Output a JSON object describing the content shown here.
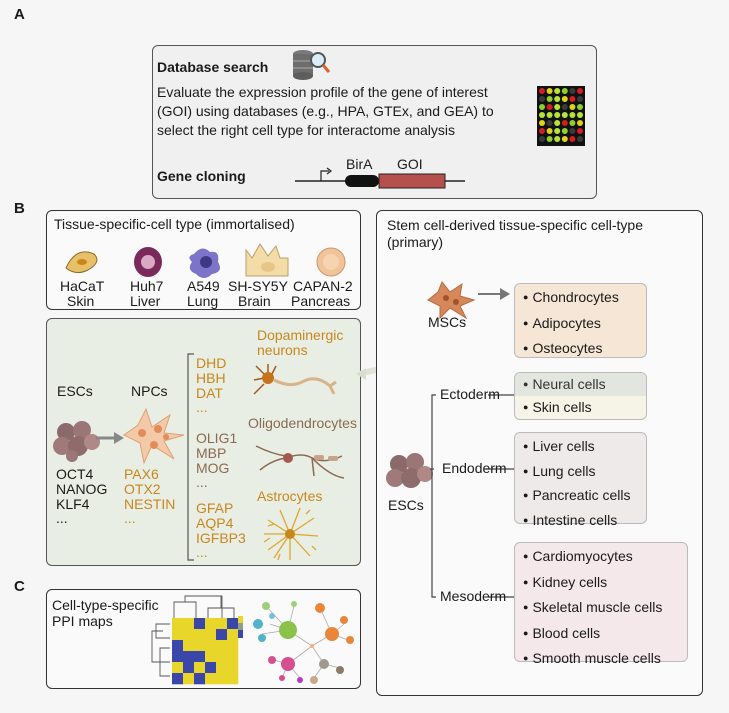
{
  "panelA": {
    "letter": "A",
    "db_title": "Database search",
    "db_text": [
      "Evaluate the expression profile of the gene of interest",
      "(GOI) using databases (e.g., HPA, GTEx, and GEA) to",
      "select the right cell type for interactome analysis"
    ],
    "cloning_title": "Gene cloning",
    "birA": "BirA",
    "goi": "GOI",
    "icons": [
      "database-search-icon",
      "heatmap-grid-icon"
    ]
  },
  "panelB": {
    "letter": "B",
    "immortal_title": "Tissue-specific-cell type (immortalised)",
    "cell_lines": [
      {
        "name": "HaCaT",
        "tissue": "Skin"
      },
      {
        "name": "Huh7",
        "tissue": "Liver"
      },
      {
        "name": "A549",
        "tissue": "Lung"
      },
      {
        "name": "SH-SY5Y",
        "tissue": "Brain"
      },
      {
        "name": "CAPAN-2",
        "tissue": "Pancreas"
      }
    ],
    "esc_label": "ESCs",
    "npc_label": "NPCs",
    "esc_markers": [
      "OCT4",
      "NANOG",
      "KLF4",
      "..."
    ],
    "npc_markers": [
      "PAX6",
      "OTX2",
      "NESTIN",
      "..."
    ],
    "dopa_markers": [
      "DHD",
      "HBH",
      "DAT",
      "..."
    ],
    "oligo_markers": [
      "OLIG1",
      "MBP",
      "MOG",
      "..."
    ],
    "astro_markers": [
      "GFAP",
      "AQP4",
      "IGFBP3",
      "..."
    ],
    "dopa_title": [
      "Dopaminergic",
      "neurons"
    ],
    "oligo_title": "Oligodendrocytes",
    "astro_title": "Astrocytes",
    "stem_title": [
      "Stem cell-derived tissue-specific cell-type",
      "(primary)"
    ],
    "msc_label": "MSCs",
    "msc_cells": [
      "Chondrocytes",
      "Adipocytes",
      "Osteocytes"
    ],
    "esc2_label": "ESCs",
    "germ_layers": [
      "Ectoderm",
      "Endoderm",
      "Mesoderm"
    ],
    "ecto_cells": [
      "Neural cells",
      "Skin cells"
    ],
    "endo_cells": [
      "Liver cells",
      "Lung cells",
      "Pancreatic cells",
      "Intestine cells"
    ],
    "meso_cells": [
      "Cardiomyocytes",
      "Kidney cells",
      "Skeletal muscle cells",
      "Blood cells",
      "Smooth muscle cells"
    ]
  },
  "panelC": {
    "letter": "C",
    "title": [
      "Cell-type-specific",
      "PPI maps"
    ],
    "heatmap_colors": [
      [
        "#e8d62a",
        "#e8d62a",
        "#3a47a8",
        "#e8d62a",
        "#e8d62a",
        "#3a47a8"
      ],
      [
        "#e8d62a",
        "#e8d62a",
        "#e8d62a",
        "#e8d62a",
        "#3a47a8",
        "#e8d62a"
      ],
      [
        "#3a47a8",
        "#e8d62a",
        "#e8d62a",
        "#e8d62a",
        "#e8d62a",
        "#e8d62a"
      ],
      [
        "#3a47a8",
        "#3a47a8",
        "#3a47a8",
        "#e8d62a",
        "#e8d62a",
        "#e8d62a"
      ],
      [
        "#e8d62a",
        "#3a47a8",
        "#e8d62a",
        "#3a47a8",
        "#e8d62a",
        "#e8d62a"
      ],
      [
        "#3a47a8",
        "#e8d62a",
        "#3a47a8",
        "#e8d62a",
        "#e8d62a",
        "#e8d62a"
      ]
    ]
  },
  "colors": {
    "orange": "#c7871c",
    "brown": "#8a6a52",
    "green_panel": "#e9eee4",
    "msc_box": "#f5e6d6",
    "ecto_box": "#f6f4e6",
    "endo_box": "#eeeaea",
    "meso_box": "#f5e8ea"
  }
}
